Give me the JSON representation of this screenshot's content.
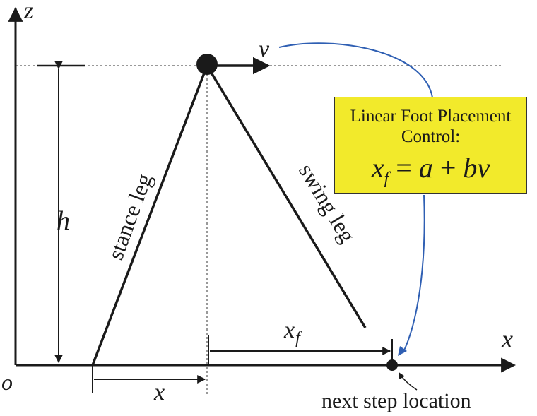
{
  "axes": {
    "z_label": "z",
    "x_label": "x",
    "origin_label": "o"
  },
  "labels": {
    "velocity": "v",
    "height": "h",
    "stance_leg": "stance leg",
    "swing_leg": "swing leg",
    "foot_offset": "x_f",
    "position": "x",
    "next_step": "next step location"
  },
  "control_box": {
    "line1": "Linear Foot Placement",
    "line2": "Control:",
    "equation": "x_f = a + bv"
  },
  "colors": {
    "box_fill": "#f2ea2b",
    "arrow_blue": "#2f5fb3",
    "ink": "#1a1a1a"
  }
}
